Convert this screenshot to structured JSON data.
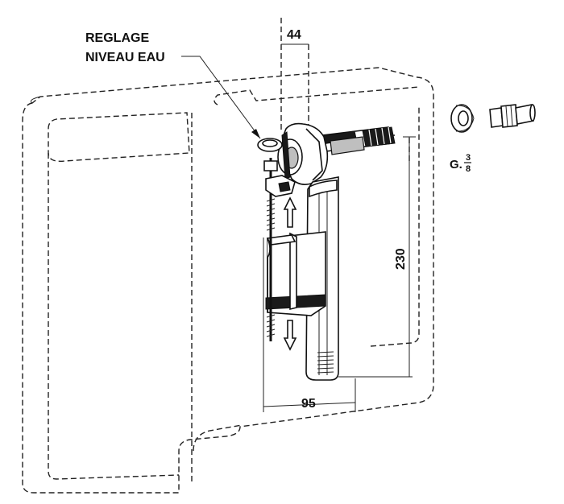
{
  "labels": {
    "adjust_line1": "REGLAGE",
    "adjust_line2": "NIVEAU EAU",
    "dim_top": "44",
    "dim_height": "230",
    "dim_width": "95",
    "thread_prefix": "G.",
    "thread_num": "3",
    "thread_den": "8"
  }
}
